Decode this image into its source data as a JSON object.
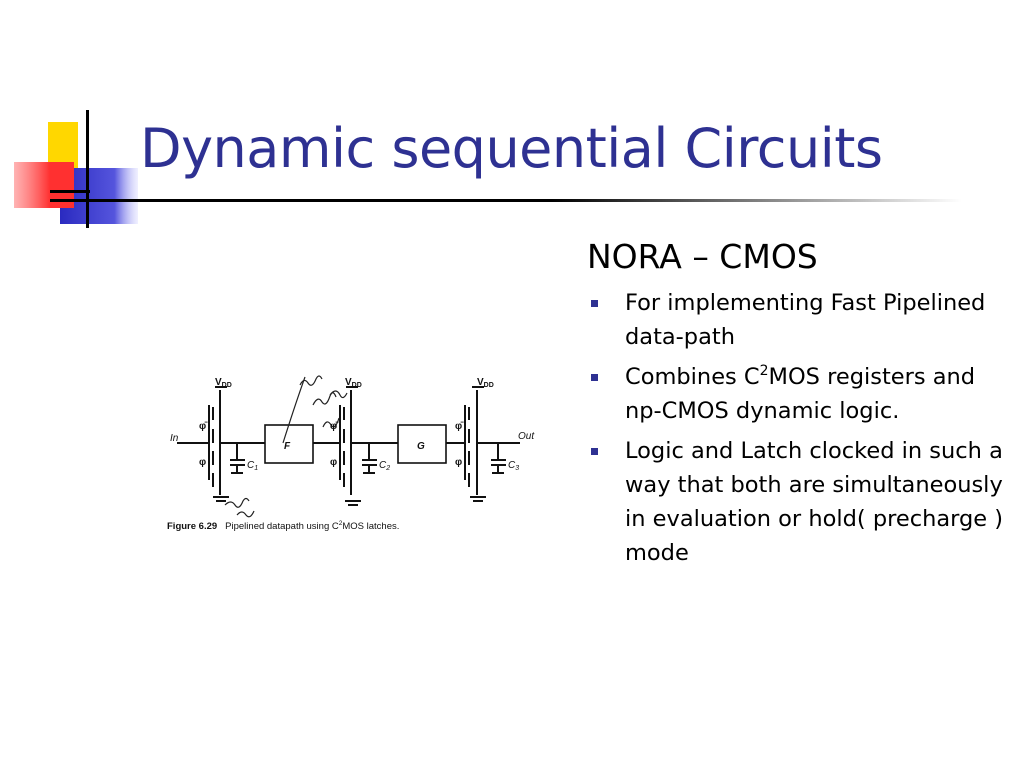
{
  "slide": {
    "title": "Dynamic sequential Circuits",
    "heading": "NORA – CMOS",
    "bullets": [
      {
        "text": "For implementing Fast Pipelined data-path"
      },
      {
        "before": "Combines C",
        "sup": "2",
        "after": "MOS registers and np-CMOS dynamic logic."
      },
      {
        "text": "Logic and Latch clocked in such a way that both are simultaneously in evaluation or hold( precharge ) mode"
      }
    ]
  },
  "figure": {
    "vdd1": "V",
    "vdd1_sub": "DD",
    "vdd2": "V",
    "vdd2_sub": "DD",
    "vdd3": "V",
    "vdd3_sub": "DD",
    "input_label": "In",
    "output_label": "Out",
    "block_f": "F",
    "block_g": "G",
    "phi_bar": "φ̄",
    "phi": "φ",
    "c1": "C",
    "c1_sub": "1",
    "c2": "C",
    "c2_sub": "2",
    "c3": "C",
    "c3_sub": "3",
    "caption_num": "Figure 6.29",
    "caption_before": "Pipelined datapath using C",
    "caption_sup": "2",
    "caption_after": "MOS latches."
  },
  "colors": {
    "title": "#2E3192",
    "bullet": "#2E3192",
    "deco_yellow": "#FFD700",
    "deco_blue": "#3333CC",
    "deco_red": "#FF4444"
  }
}
